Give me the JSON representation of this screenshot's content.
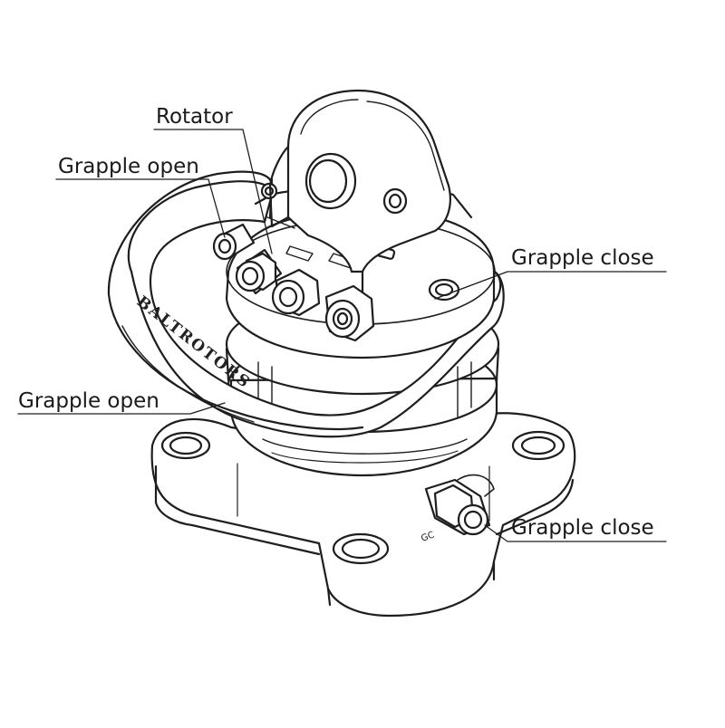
{
  "labels": {
    "rotator": "Rotator",
    "grapple_open_top": "Grapple open",
    "grapple_close_top": "Grapple close",
    "grapple_open_bottom": "Grapple open",
    "grapple_close_bottom": "Grapple close"
  },
  "brand": "BALTROTORS",
  "port_mark": "GC"
}
